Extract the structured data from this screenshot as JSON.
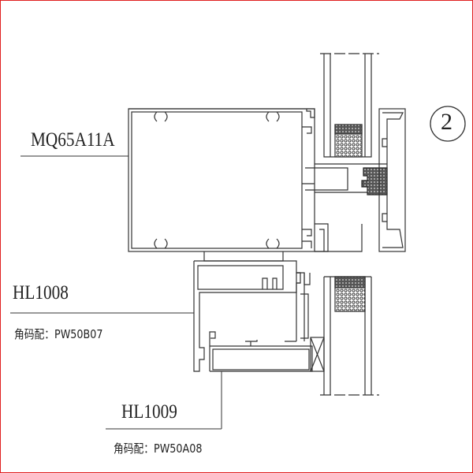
{
  "labels": {
    "profile_top": "MQ65A11A",
    "profile_mid": "HL1008",
    "profile_mid_note": "角码配：PW50B07",
    "profile_bottom": "HL1009",
    "profile_bottom_note": "角码配：PW50A08",
    "detail_number": "2"
  },
  "colors": {
    "line": "#333333",
    "border": "#e02020"
  }
}
